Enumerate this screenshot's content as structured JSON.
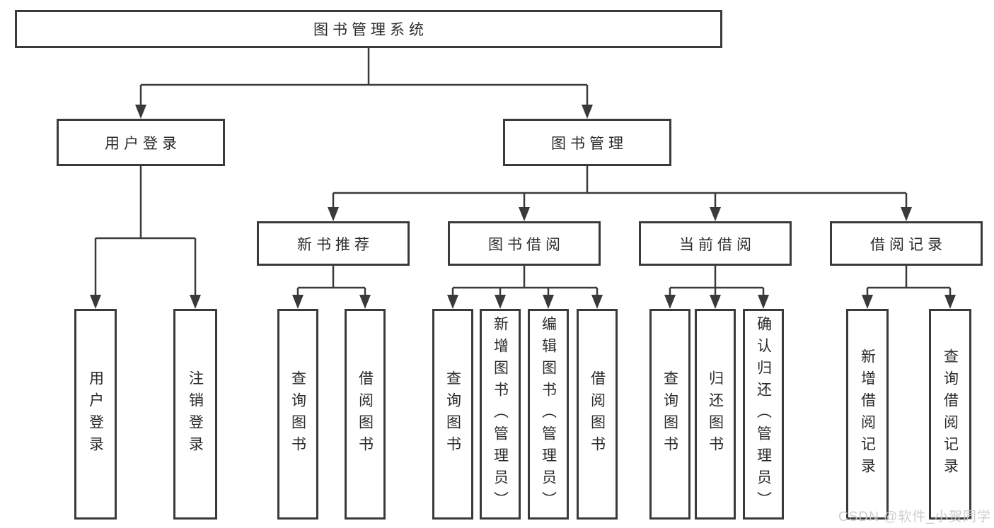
{
  "diagram": {
    "colors": {
      "border": "#3a3a3a",
      "line": "#3a3a3a",
      "text": "#2b2b2b",
      "watermark": "#c9c9ce",
      "background": "#ffffff"
    },
    "root": {
      "label": "图书管理系统"
    },
    "level1": [
      {
        "label": "用户登录"
      },
      {
        "label": "图书管理"
      }
    ],
    "level2": [
      {
        "label": "新书推荐",
        "parent": "图书管理"
      },
      {
        "label": "图书借阅",
        "parent": "图书管理"
      },
      {
        "label": "当前借阅",
        "parent": "图书管理"
      },
      {
        "label": "借阅记录",
        "parent": "图书管理"
      }
    ],
    "leaves": [
      {
        "label": "用户登录",
        "parent": "用户登录"
      },
      {
        "label": "注销登录",
        "parent": "用户登录"
      },
      {
        "label": "查询图书",
        "parent": "新书推荐"
      },
      {
        "label": "借阅图书",
        "parent": "新书推荐"
      },
      {
        "label": "查询图书",
        "parent": "图书借阅"
      },
      {
        "label": "新增图书（管理员）",
        "parent": "图书借阅"
      },
      {
        "label": "编辑图书（管理员）",
        "parent": "图书借阅"
      },
      {
        "label": "借阅图书",
        "parent": "图书借阅"
      },
      {
        "label": "查询图书",
        "parent": "当前借阅"
      },
      {
        "label": "归还图书",
        "parent": "当前借阅"
      },
      {
        "label": "确认归还（管理员）",
        "parent": "当前借阅"
      },
      {
        "label": "新增借阅记录",
        "parent": "借阅记录"
      },
      {
        "label": "查询借阅记录",
        "parent": "借阅记录"
      }
    ],
    "watermark": "CSDN @软件_小贺同学"
  }
}
